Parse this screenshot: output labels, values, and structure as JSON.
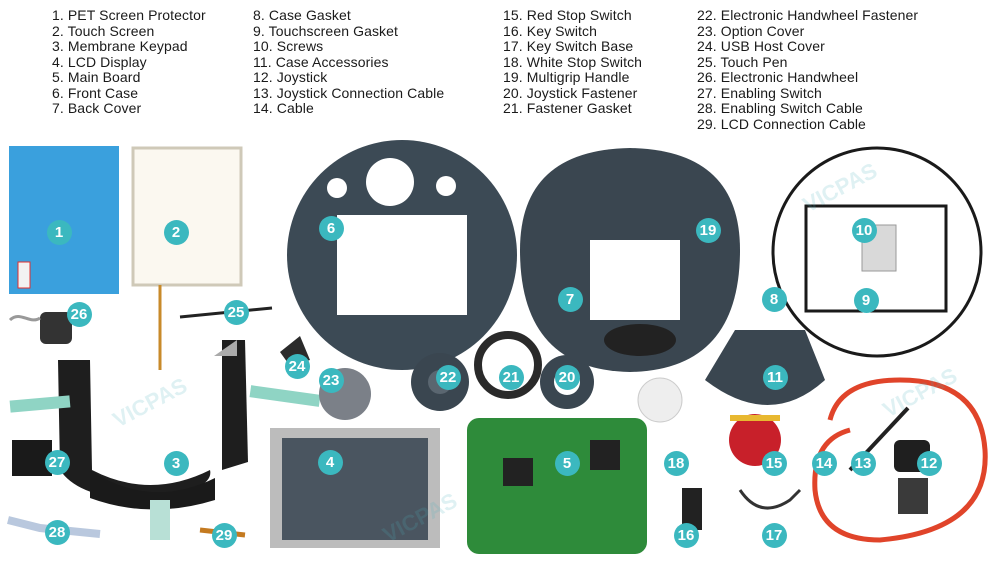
{
  "legend": {
    "col1": [
      "1. PET Screen Protector",
      "2. Touch Screen",
      "3. Membrane Keypad",
      "4. LCD Display",
      "5. Main Board",
      "6. Front Case",
      "7. Back Cover"
    ],
    "col2": [
      "8. Case Gasket",
      "9. Touchscreen Gasket",
      "10. Screws",
      "11. Case Accessories",
      "12. Joystick",
      "13. Joystick Connection Cable",
      "14. Cable"
    ],
    "col3": [
      "15. Red Stop Switch",
      "16. Key Switch",
      "17. Key Switch Base",
      "18. White Stop Switch",
      "19. Multigrip Handle",
      "20. Joystick Fastener",
      "21. Fastener Gasket"
    ],
    "col4": [
      "22. Electronic Handwheel Fastener",
      "23. Option Cover",
      "24. USB Host Cover",
      "25. Touch Pen",
      "26. Electronic Handwheel",
      "27. Enabling Switch",
      "28. Enabling Switch Cable",
      "29. LCD Connection Cable"
    ]
  },
  "badges": [
    "1",
    "2",
    "3",
    "4",
    "5",
    "6",
    "7",
    "8",
    "9",
    "10",
    "11",
    "12",
    "13",
    "14",
    "15",
    "16",
    "17",
    "18",
    "19",
    "20",
    "21",
    "22",
    "23",
    "24",
    "25",
    "26",
    "27",
    "28",
    "29"
  ],
  "watermark": "VICPAS",
  "colors": {
    "badge": "#3bb8bf",
    "case": "#3c4a55",
    "pcb": "#2e8b3a",
    "cable_red": "#e0442a",
    "protector": "#3aa0dd"
  }
}
